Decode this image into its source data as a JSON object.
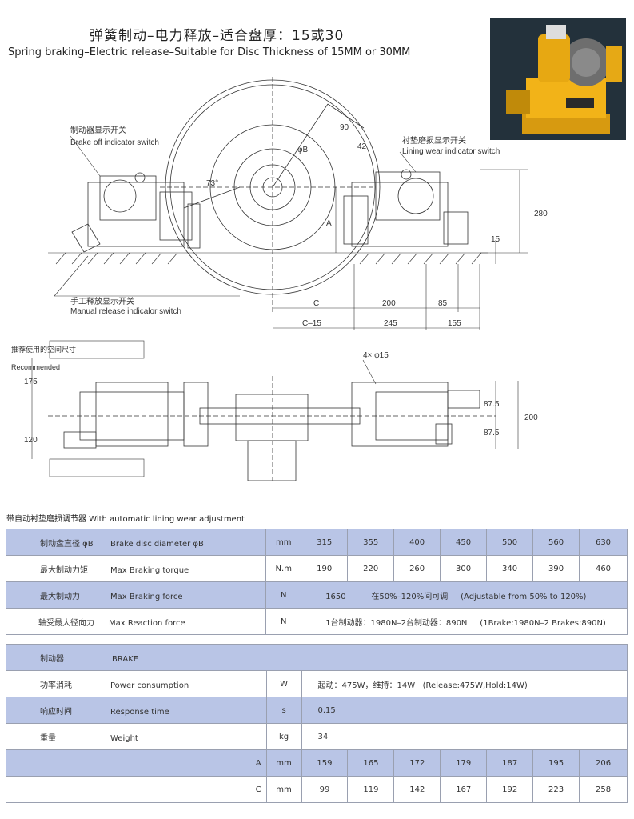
{
  "title_zh": "弹簧制动–电力释放–适合盘厚：15或30",
  "title_en": "Spring braking–Electric release–Suitable for Disc Thickness of 15MM or 30MM",
  "drawing": {
    "brake_off_zh": "制动器显示开关",
    "brake_off_en": "Brake off indicator switch",
    "lining_zh": "衬垫磨损显示开关",
    "lining_en": "Lining wear indicator switch",
    "manual_zh": "手工释放显示开关",
    "manual_en": "Manual release indicalor switch",
    "phiB": "φB",
    "d90": "90",
    "d42": "42",
    "a73": "73°",
    "dimA": "A",
    "d280": "280",
    "d15": "15",
    "dimC": "C",
    "d200": "200",
    "d85": "85",
    "dimC15": "C–15",
    "d245": "245",
    "d155": "155",
    "holes": "4× φ15",
    "d175": "175",
    "d120": "120",
    "d87a": "87.5",
    "d87b": "87.5",
    "d200b": "200",
    "rec_zh": "推荐使用的空间尺寸",
    "rec_en": "Recommended"
  },
  "subtitle": "带自动衬垫磨损调节器  With automatic lining wear adjustment",
  "table1": {
    "disc_zh": "制动盘直径  φB",
    "disc_en": "Brake disc diameter  φB",
    "disc_unit": "mm",
    "disc_values": [
      "315",
      "355",
      "400",
      "450",
      "500",
      "560",
      "630"
    ],
    "torque_zh": "最大制动力矩",
    "torque_en": "Max Braking torque",
    "torque_unit": "N.m",
    "torque_values": [
      "190",
      "220",
      "260",
      "300",
      "340",
      "390",
      "460"
    ],
    "force_zh": "最大制动力",
    "force_en": "Max Braking force",
    "force_unit": "N",
    "force_value": "1650          在50%–120%间可调     (Adjustable from 50% to 120%)",
    "reaction_zh": "轴受最大径向力",
    "reaction_en": "Max Reaction force",
    "reaction_unit": "N",
    "reaction_value": "1台制动器：1980N–2台制动器：890N     (1Brake:1980N–2 Brakes:890N)"
  },
  "table2": {
    "head_zh": "制动器",
    "head_en": "BRAKE",
    "power_zh": "功率消耗",
    "power_en": "Power consumption",
    "power_unit": "W",
    "power_value": "起动：475W，维持：14W   (Release:475W,Hold:14W)",
    "resp_zh": "响应时间",
    "resp_en": "Response time",
    "resp_unit": "s",
    "resp_value": "0.15",
    "weight_zh": "重量",
    "weight_en": "Weight",
    "weight_unit": "kg",
    "weight_value": "34",
    "a_label": "A",
    "a_unit": "mm",
    "a_values": [
      "159",
      "165",
      "172",
      "179",
      "187",
      "195",
      "206"
    ],
    "c_label": "C",
    "c_unit": "mm",
    "c_values": [
      "99",
      "119",
      "142",
      "167",
      "192",
      "223",
      "258"
    ]
  },
  "colors": {
    "row_blue": "#b9c5e6",
    "brake_yellow": "#f2b318",
    "line": "#333333"
  }
}
